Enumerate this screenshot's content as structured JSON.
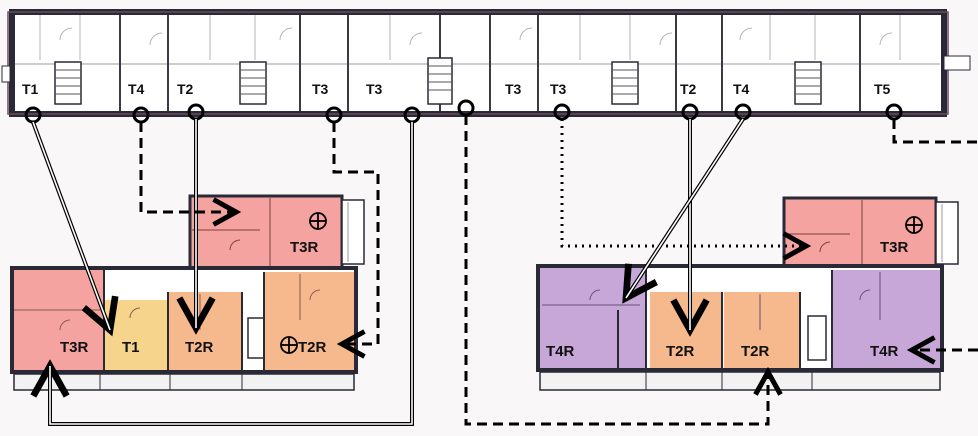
{
  "top_labels": [
    "T1",
    "T4",
    "T2",
    "T3",
    "T3",
    "T3",
    "T3",
    "T2",
    "T4",
    "T5"
  ],
  "left_block": {
    "units": [
      "T3R",
      "T1",
      "T2R",
      "T2R"
    ],
    "upper_unit": "T3R"
  },
  "right_block": {
    "units": [
      "T4R",
      "T2R",
      "T2R",
      "T4R"
    ],
    "upper_unit": "T3R"
  },
  "colors": {
    "pink": "#f4a3a0",
    "yellow": "#f7d48b",
    "orange": "#f6b98e",
    "purple": "#c6a7d8",
    "wall": "#2a2a36",
    "frame": "#6b4a5c"
  }
}
